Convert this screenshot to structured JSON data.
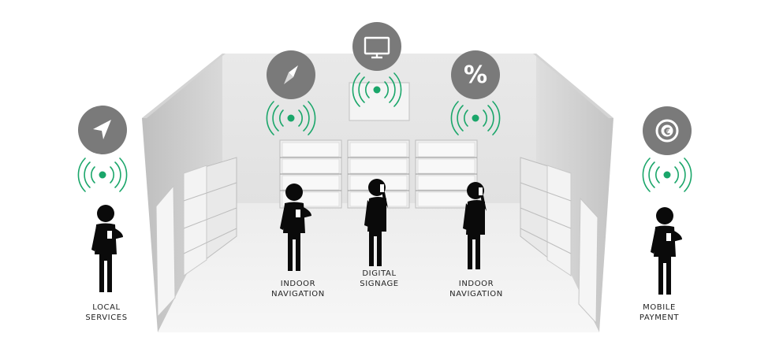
{
  "labels": {
    "local_services": "LOCAL\nSERVICES",
    "indoor_navigation_left": "INDOOR\nNAVIGATION",
    "digital_signage": "DIGITAL\nSIGNAGE",
    "indoor_navigation_right": "INDOOR\nNAVIGATION",
    "mobile_payment": "MOBILE\nPAYMENT"
  },
  "icons": [
    "location-arrow-icon",
    "compass-icon",
    "monitor-icon",
    "percent-icon",
    "euro-coin-icon"
  ],
  "colors": {
    "beacon": "#1aa66a",
    "badge": "#7a7a7a",
    "figure": "#0a0a0a",
    "wall_left": "#cfcfcf",
    "wall_back": "#e6e6e6",
    "floor": "#f1f1f1"
  },
  "percent_glyph": "%"
}
